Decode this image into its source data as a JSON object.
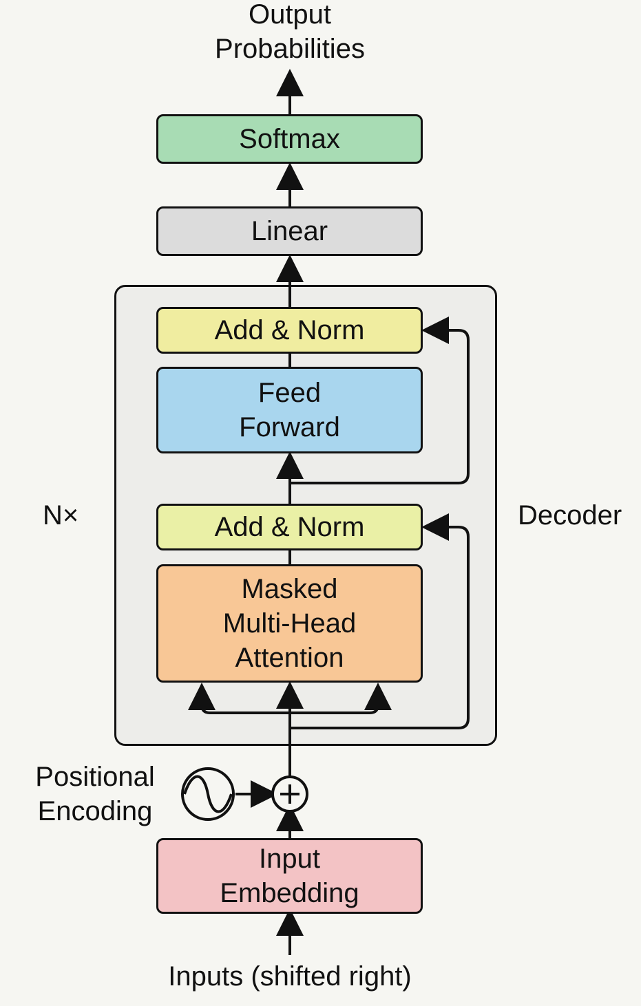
{
  "title": "Transformer Decoder",
  "output_label": "Output\nProbabilities",
  "input_label": "Inputs (shifted right)",
  "repeat_label": "N×",
  "block_label": "Decoder",
  "positional_label": "Positional\nEncoding",
  "blocks": {
    "softmax": {
      "label": "Softmax",
      "color": "#a8dcb4"
    },
    "linear": {
      "label": "Linear",
      "color": "#dcdcdc"
    },
    "add_norm_top": {
      "label": "Add & Norm",
      "color": "#f0eda0"
    },
    "feed_forward": {
      "label": "Feed\nForward",
      "color": "#a9d6ee"
    },
    "add_norm_bottom": {
      "label": "Add & Norm",
      "color": "#eaf0a6"
    },
    "masked_attention": {
      "label": "Masked\nMulti-Head\nAttention",
      "color": "#f8c796"
    },
    "input_embedding": {
      "label": "Input\nEmbedding",
      "color": "#f3c3c5"
    }
  },
  "icons": {
    "positional_encoding": "sine-wave-circle",
    "add": "plus-circle"
  }
}
